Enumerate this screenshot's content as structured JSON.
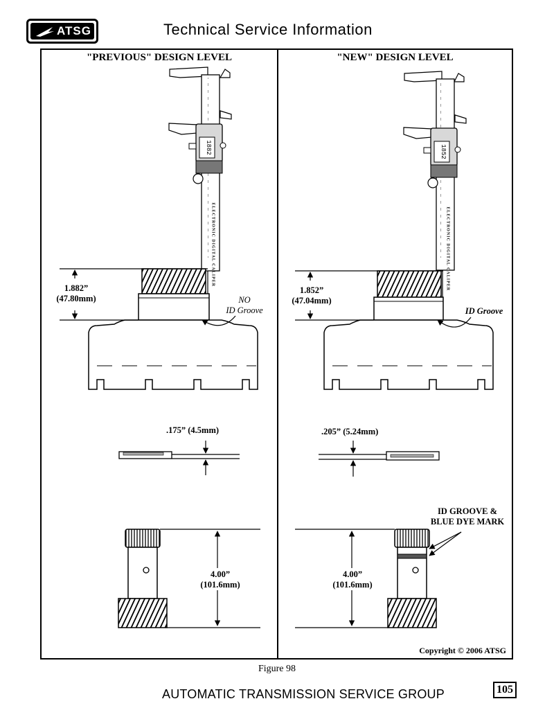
{
  "header": {
    "logo_text": "ATSG",
    "title": "Technical Service Information"
  },
  "left": {
    "heading": "\"PREVIOUS\" DESIGN LEVEL",
    "caliper_display": "1882",
    "height_in": "1.882”",
    "height_mm": "(47.80mm)",
    "groove_line1": "NO",
    "groove_line2": "ID Groove",
    "thickness": ".175” (4.5mm)",
    "length_in": "4.00”",
    "length_mm": "(101.6mm)"
  },
  "right": {
    "heading": "\"NEW\" DESIGN LEVEL",
    "caliper_display": "1852",
    "height_in": "1.852”",
    "height_mm": "(47.04mm)",
    "groove": "ID Groove",
    "thickness": ".205” (5.24mm)",
    "mark_line1": "ID GROOVE &",
    "mark_line2": "BLUE DYE MARK",
    "length_in": "4.00”",
    "length_mm": "(101.6mm)",
    "copyright": "Copyright © 2006 ATSG"
  },
  "caliper_text": "ELECTRONIC DIGITAL CALIPER",
  "figure_caption": "Figure 98",
  "footer": {
    "text": "AUTOMATIC TRANSMISSION SERVICE GROUP",
    "page_number": "105"
  }
}
